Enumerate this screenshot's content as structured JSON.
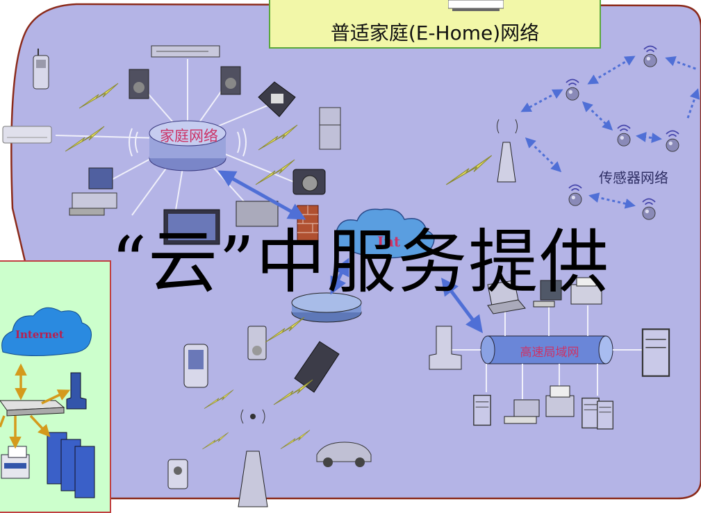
{
  "slide": {
    "title": "普适家庭(E-Home)网络",
    "headline": "“云”中服务提供",
    "labels": {
      "home_network": "家庭网络",
      "sensor_network": "传感器网络",
      "lan": "高速局域网",
      "cloud_partial": "Int"
    },
    "inset": {
      "cloud_label": "Internet"
    }
  },
  "colors": {
    "panel_fill": "#b4b4e6",
    "panel_border": "#8b2a1a",
    "title_fill": "#f2f7a8",
    "title_border": "#5aa83a",
    "inset_fill": "#ccffcc",
    "inset_border": "#c04040",
    "label_red": "#cc3366",
    "arrow_blue": "#4f6fd6",
    "arrow_gold": "#d49a1c"
  },
  "icons": [
    "mobile-phone-icon",
    "dvd-player-icon",
    "speaker-icon",
    "telephone-icon",
    "fridge-icon",
    "camera-icon",
    "air-conditioner-icon",
    "desktop-computer-icon",
    "tv-icon",
    "firewall-icon",
    "router-icon",
    "pda-icon",
    "mp3-player-icon",
    "flip-phone-icon",
    "antenna-icon",
    "camcorder-icon",
    "car-icon",
    "laptop-icon",
    "printer-icon",
    "server-icon",
    "sensor-node-icon",
    "lightning-icon",
    "cloud-icon"
  ]
}
